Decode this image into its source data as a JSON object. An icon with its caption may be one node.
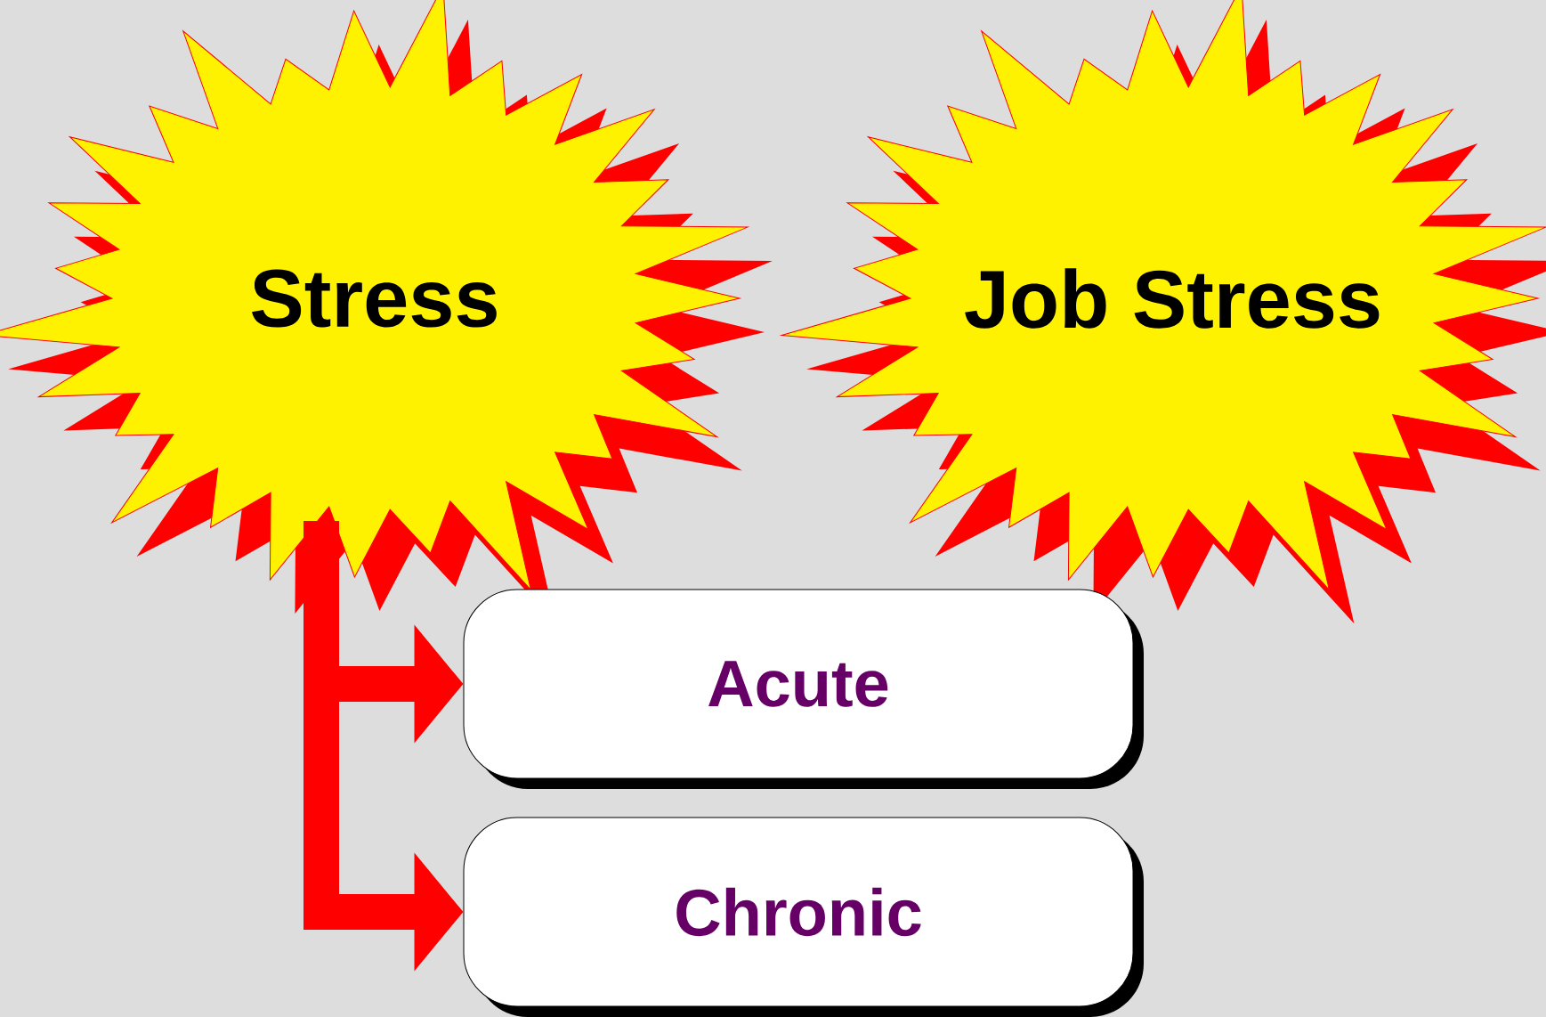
{
  "diagram": {
    "nodes": [
      {
        "text": [
          "Stress"
        ]
      },
      {
        "text": [
          "Job Stress"
        ]
      },
      {
        "text": [
          "Acute"
        ]
      },
      {
        "text": [
          "Chronic"
        ]
      }
    ],
    "edges": [
      {
        "from": 0,
        "to": 2,
        "arrow": "to"
      },
      {
        "from": 0,
        "to": 3,
        "arrow": "to"
      }
    ]
  }
}
